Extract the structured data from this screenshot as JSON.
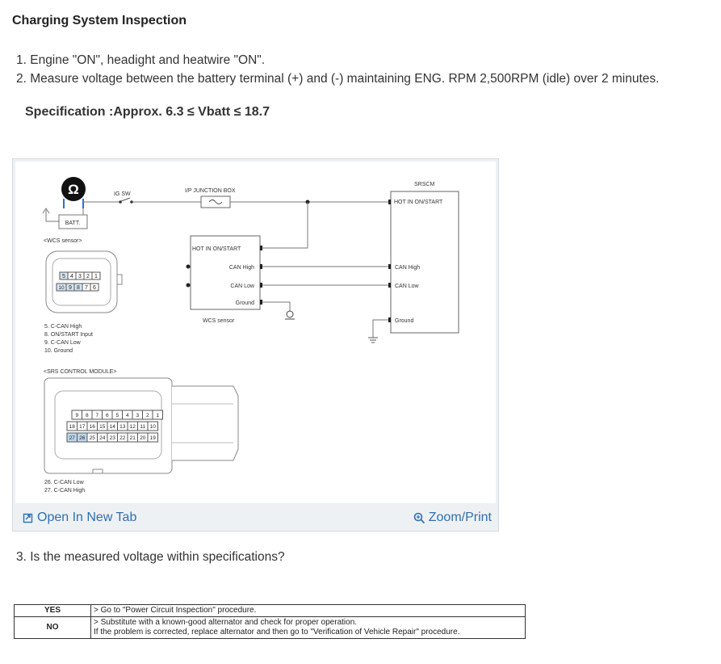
{
  "title": "Charging System Inspection",
  "steps": [
    "1. Engine \"ON\", headight and heatwire \"ON\".",
    "2. Measure voltage between the battery terminal (+) and (-) maintaining ENG. RPM 2,500RPM (idle) over 2 minutes."
  ],
  "specification": "Specification :Approx. 6.3 ≤ Vbatt ≤ 18.7",
  "figure": {
    "open_link": "Open In New Tab",
    "zoom_link": "Zoom/Print",
    "diagram": {
      "ohm_symbol": "Ω",
      "ig_sw": "IG SW",
      "batt": "BATT.",
      "junction_box": "I/P JUNCTION BOX",
      "srscm": "SRSCM",
      "wcs_sensor_heading": "<WCS sensor>",
      "wcs_sensor_label": "WCS sensor",
      "wcs_pins": [
        "HOT IN ON/START",
        "CAN High",
        "CAN Low",
        "Ground"
      ],
      "srscm_pins": [
        "HOT IN ON/START",
        "CAN High",
        "CAN Low",
        "Ground"
      ],
      "wcs_connector_top": [
        "5",
        "4",
        "3",
        "2",
        "1"
      ],
      "wcs_connector_bottom": [
        "10",
        "9",
        "8",
        "7",
        "6"
      ],
      "wcs_legend": [
        "5. C-CAN High",
        "8. ON/START Input",
        "9. C-CAN Low",
        "10. Ground"
      ],
      "srs_heading": "<SRS CONTROL MODULE>",
      "srs_row1": [
        "9",
        "8",
        "7",
        "6",
        "5",
        "4",
        "3",
        "2",
        "1"
      ],
      "srs_row2": [
        "18",
        "17",
        "16",
        "15",
        "14",
        "13",
        "12",
        "11",
        "10"
      ],
      "srs_row3": [
        "27",
        "26",
        "25",
        "24",
        "23",
        "22",
        "21",
        "20",
        "19"
      ],
      "srs_legend": [
        "26. C-CAN Low",
        "27. C-CAN High"
      ]
    }
  },
  "question": "3. Is the measured voltage within specifications?",
  "decision_table": [
    {
      "key": "YES",
      "lines": [
        "> Go to \"Power Circuit Inspection\" procedure."
      ]
    },
    {
      "key": "NO",
      "lines": [
        "> Substitute with a known-good alternator and check for proper operation.",
        "If the problem is corrected, replace alternator and then go to \"Verification of Vehicle Repair\" procedure."
      ]
    }
  ]
}
